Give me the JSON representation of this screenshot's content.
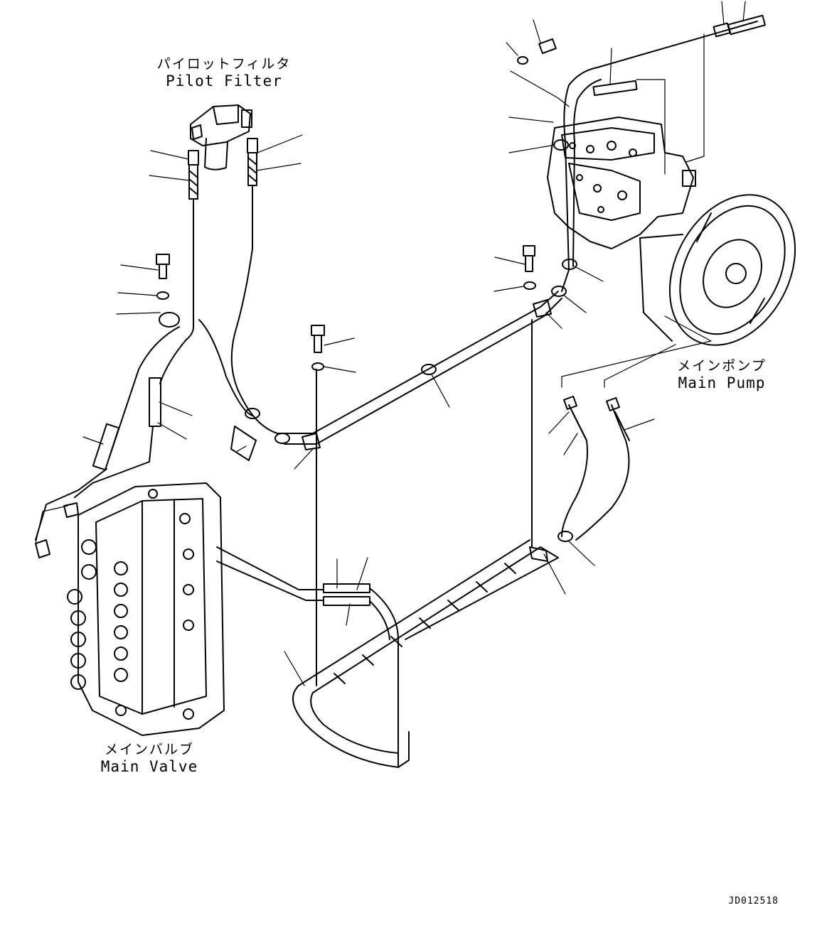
{
  "labels": {
    "pilot_filter": {
      "jp": "パイロットフィルタ",
      "en": "Pilot Filter"
    },
    "main_pump": {
      "jp": "メインポンプ",
      "en": "Main Pump"
    },
    "main_valve": {
      "jp": "メインバルブ",
      "en": "Main Valve"
    }
  },
  "drawing_number": "JD012518"
}
